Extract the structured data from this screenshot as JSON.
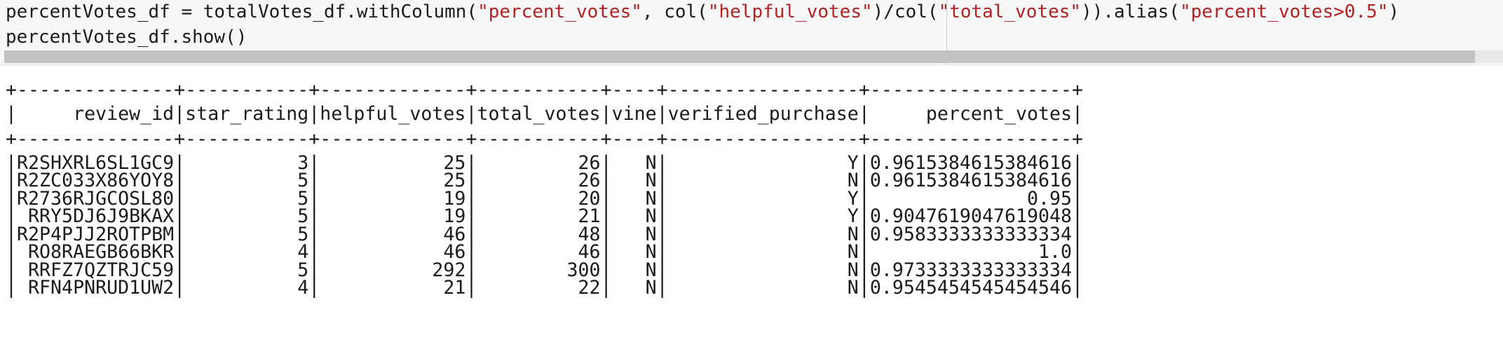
{
  "code_cell": {
    "lines": [
      [
        {
          "text": "percentVotes_df = totalVotes_df.withColumn(",
          "kind": "code"
        },
        {
          "text": "\"percent_votes\"",
          "kind": "string"
        },
        {
          "text": ", col(",
          "kind": "code"
        },
        {
          "text": "\"helpful_votes\"",
          "kind": "string"
        },
        {
          "text": ")/col(",
          "kind": "code"
        },
        {
          "text": "\"total_votes\"",
          "kind": "string"
        },
        {
          "text": ")).alias(",
          "kind": "code"
        },
        {
          "text": "\"percent_votes>0.5\"",
          "kind": "string"
        },
        {
          "text": ")",
          "kind": "code"
        }
      ],
      [
        {
          "text": "percentVotes_df.show()",
          "kind": "code"
        }
      ]
    ]
  },
  "output": {
    "lines": [
      "+--------------+-----------+-------------+-----------+----+-----------------+------------------+",
      "|     review_id|star_rating|helpful_votes|total_votes|vine|verified_purchase|     percent_votes|",
      "+--------------+-----------+-------------+-----------+----+-----------------+------------------+",
      "|R2SHXRL6SL1GC9|          3|           25|         26|   N|                Y|0.9615384615384616|",
      "|R2ZC033X86YOY8|          5|           25|         26|   N|                N|0.9615384615384616|",
      "|R2736RJGCOSL80|          5|           19|         20|   N|                Y|              0.95|",
      "| RRY5DJ6J9BKAX|          5|           19|         21|   N|                Y|0.9047619047619048|",
      "|R2P4PJJ2ROTPBM|          5|           46|         48|   N|                N|0.9583333333333334|",
      "| RO8RAEGB66BKR|          4|           46|         46|   N|                N|               1.0|",
      "| RRFZ7QZTRJC59|          5|          292|        300|   N|                N|0.9733333333333334|",
      "| RFN4PNRUD1UW2|          4|           21|         22|   N|                N|0.9545454545454546|"
    ]
  }
}
